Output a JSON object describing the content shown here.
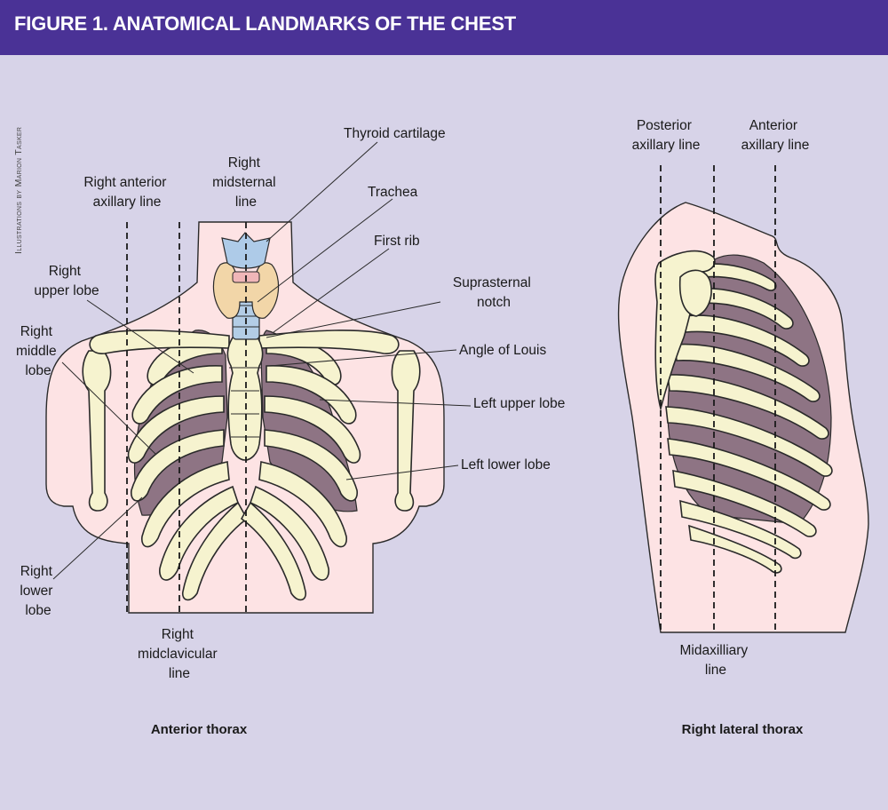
{
  "header": {
    "title": "FIGURE 1. ANATOMICAL LANDMARKS OF THE CHEST"
  },
  "credit": "Illustrations by Marion Tasker",
  "anterior": {
    "caption": "Anterior thorax",
    "labels": {
      "thyroid_cartilage": [
        "Thyroid cartilage"
      ],
      "right_midsternal_line": [
        "Right",
        "midsternal",
        "line"
      ],
      "right_anterior_axillary_line": [
        "Right anterior",
        "axillary line"
      ],
      "trachea": [
        "Trachea"
      ],
      "first_rib": [
        "First rib"
      ],
      "right_upper_lobe": [
        "Right",
        "upper lobe"
      ],
      "suprasternal_notch": [
        "Suprasternal",
        "notch"
      ],
      "right_middle_lobe": [
        "Right",
        "middle",
        "lobe"
      ],
      "angle_of_louis": [
        "Angle of Louis"
      ],
      "left_upper_lobe": [
        "Left upper lobe"
      ],
      "left_lower_lobe": [
        "Left lower lobe"
      ],
      "right_lower_lobe": [
        "Right",
        "lower",
        "lobe"
      ],
      "right_midclavicular_line": [
        "Right",
        "midclavicular",
        "line"
      ]
    }
  },
  "lateral": {
    "caption": "Right lateral thorax",
    "labels": {
      "posterior_axillary_line": [
        "Posterior",
        "axillary line"
      ],
      "anterior_axillary_line": [
        "Anterior",
        "axillary line"
      ],
      "midaxilliary_line": [
        "Midaxilliary",
        "line"
      ]
    }
  },
  "colors": {
    "header": "#4a3296",
    "background": "#d7d3e8",
    "skin": "#fde3e4",
    "bone": "#f6f3cf",
    "lung": "#8e7484",
    "thyroid_cartilage": "#aecbe8",
    "thyroid_gland": "#f2d6a8"
  }
}
